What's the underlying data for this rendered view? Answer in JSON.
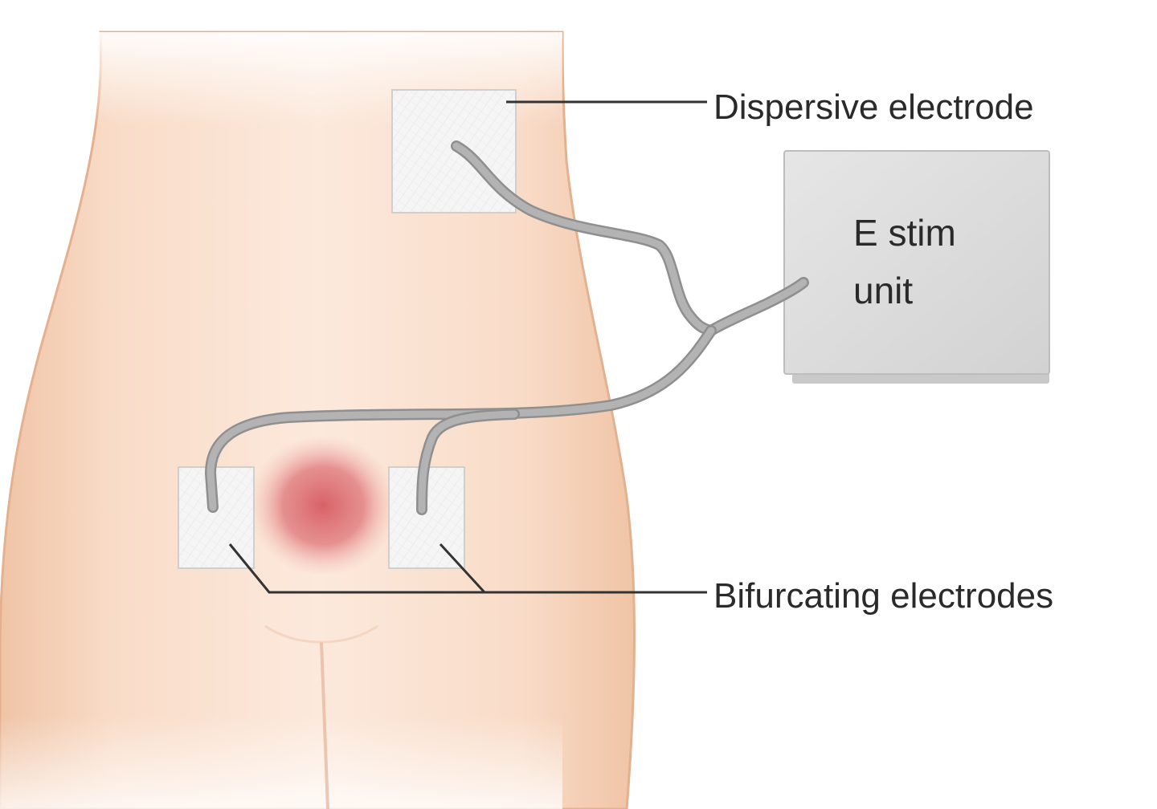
{
  "labels": {
    "dispersive_electrode": "Dispersive electrode",
    "bifurcating_electrodes": "Bifurcating electrodes",
    "unit_line1": "E stim",
    "unit_line2": "unit"
  },
  "colors": {
    "skin_light": "#fbe6d8",
    "skin_mid": "#f3d0b8",
    "skin_edge": "#e7b697",
    "wound": "#d9646a",
    "pad": "#f3f3f3",
    "pad_border": "#c9c9c9",
    "cable": "#a8a8a8",
    "unit_fill": "#dcdcdc",
    "leader": "#333333",
    "text": "#2a2a2a"
  }
}
